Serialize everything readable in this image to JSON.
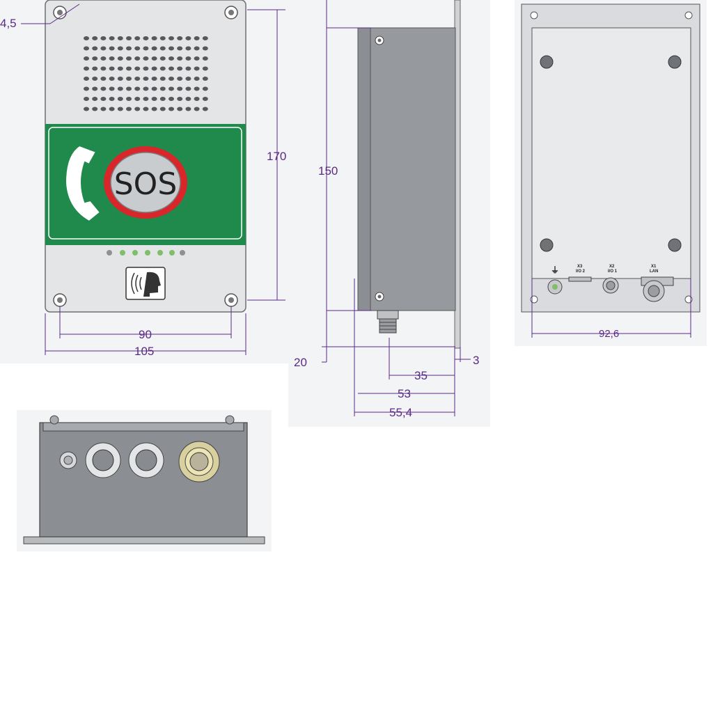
{
  "front_view": {
    "button_text": "SOS",
    "dimensions": {
      "hole": "4,5",
      "height": "170",
      "hole_spacing": "90",
      "width": "105"
    }
  },
  "side_view": {
    "dimensions": {
      "body_height": "150",
      "connector": "20",
      "frame": "3",
      "body": "35",
      "depth": "53",
      "total_depth": "55,4"
    }
  },
  "back_view": {
    "connectors": [
      {
        "id": "",
        "name": "",
        "symbol": "⏚"
      },
      {
        "id": "X3",
        "name": "I/O 2"
      },
      {
        "id": "X2",
        "name": "I/O 1"
      },
      {
        "id": "X1",
        "name": "LAN"
      }
    ],
    "dimensions": {
      "width": "92,6"
    }
  },
  "colors": {
    "dimension": "#5a2a86",
    "panel_green": "#1f8a4c",
    "sos_ring": "#d8262b",
    "housing": "#8b8e92",
    "background_panel": "#f1f2f3"
  }
}
